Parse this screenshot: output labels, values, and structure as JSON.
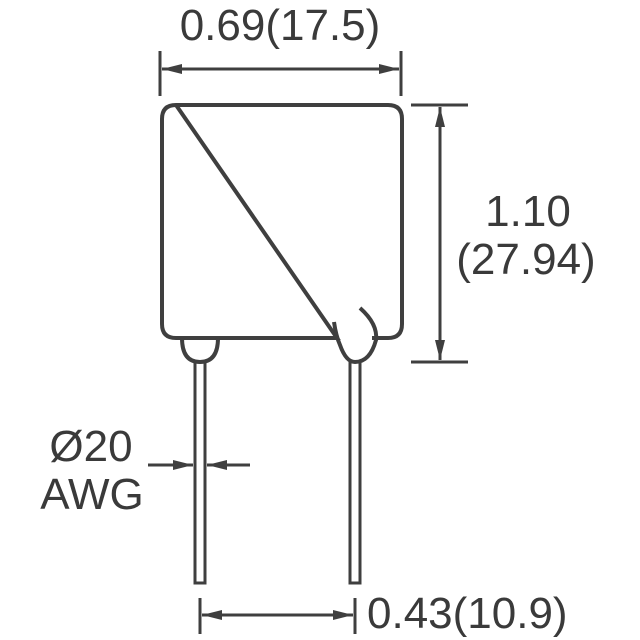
{
  "drawing": {
    "type": "component outline drawing",
    "component": "radial leaded device",
    "line_color": "#3f3f3f",
    "text_color": "#3a3a3a",
    "background": "#ffffff"
  },
  "dimensions": {
    "width": {
      "label": "0.69(17.5)",
      "inches": "0.69",
      "mm": "17.5"
    },
    "height": {
      "label_line1": "1.10",
      "label_line2": "(27.94)",
      "inches": "1.10",
      "mm": "27.94"
    },
    "lead_spacing": {
      "label": "0.43(10.9)",
      "inches": "0.43",
      "mm": "10.9"
    },
    "lead_diameter": {
      "label_line1": "Ø20",
      "label_line2": "AWG"
    }
  }
}
